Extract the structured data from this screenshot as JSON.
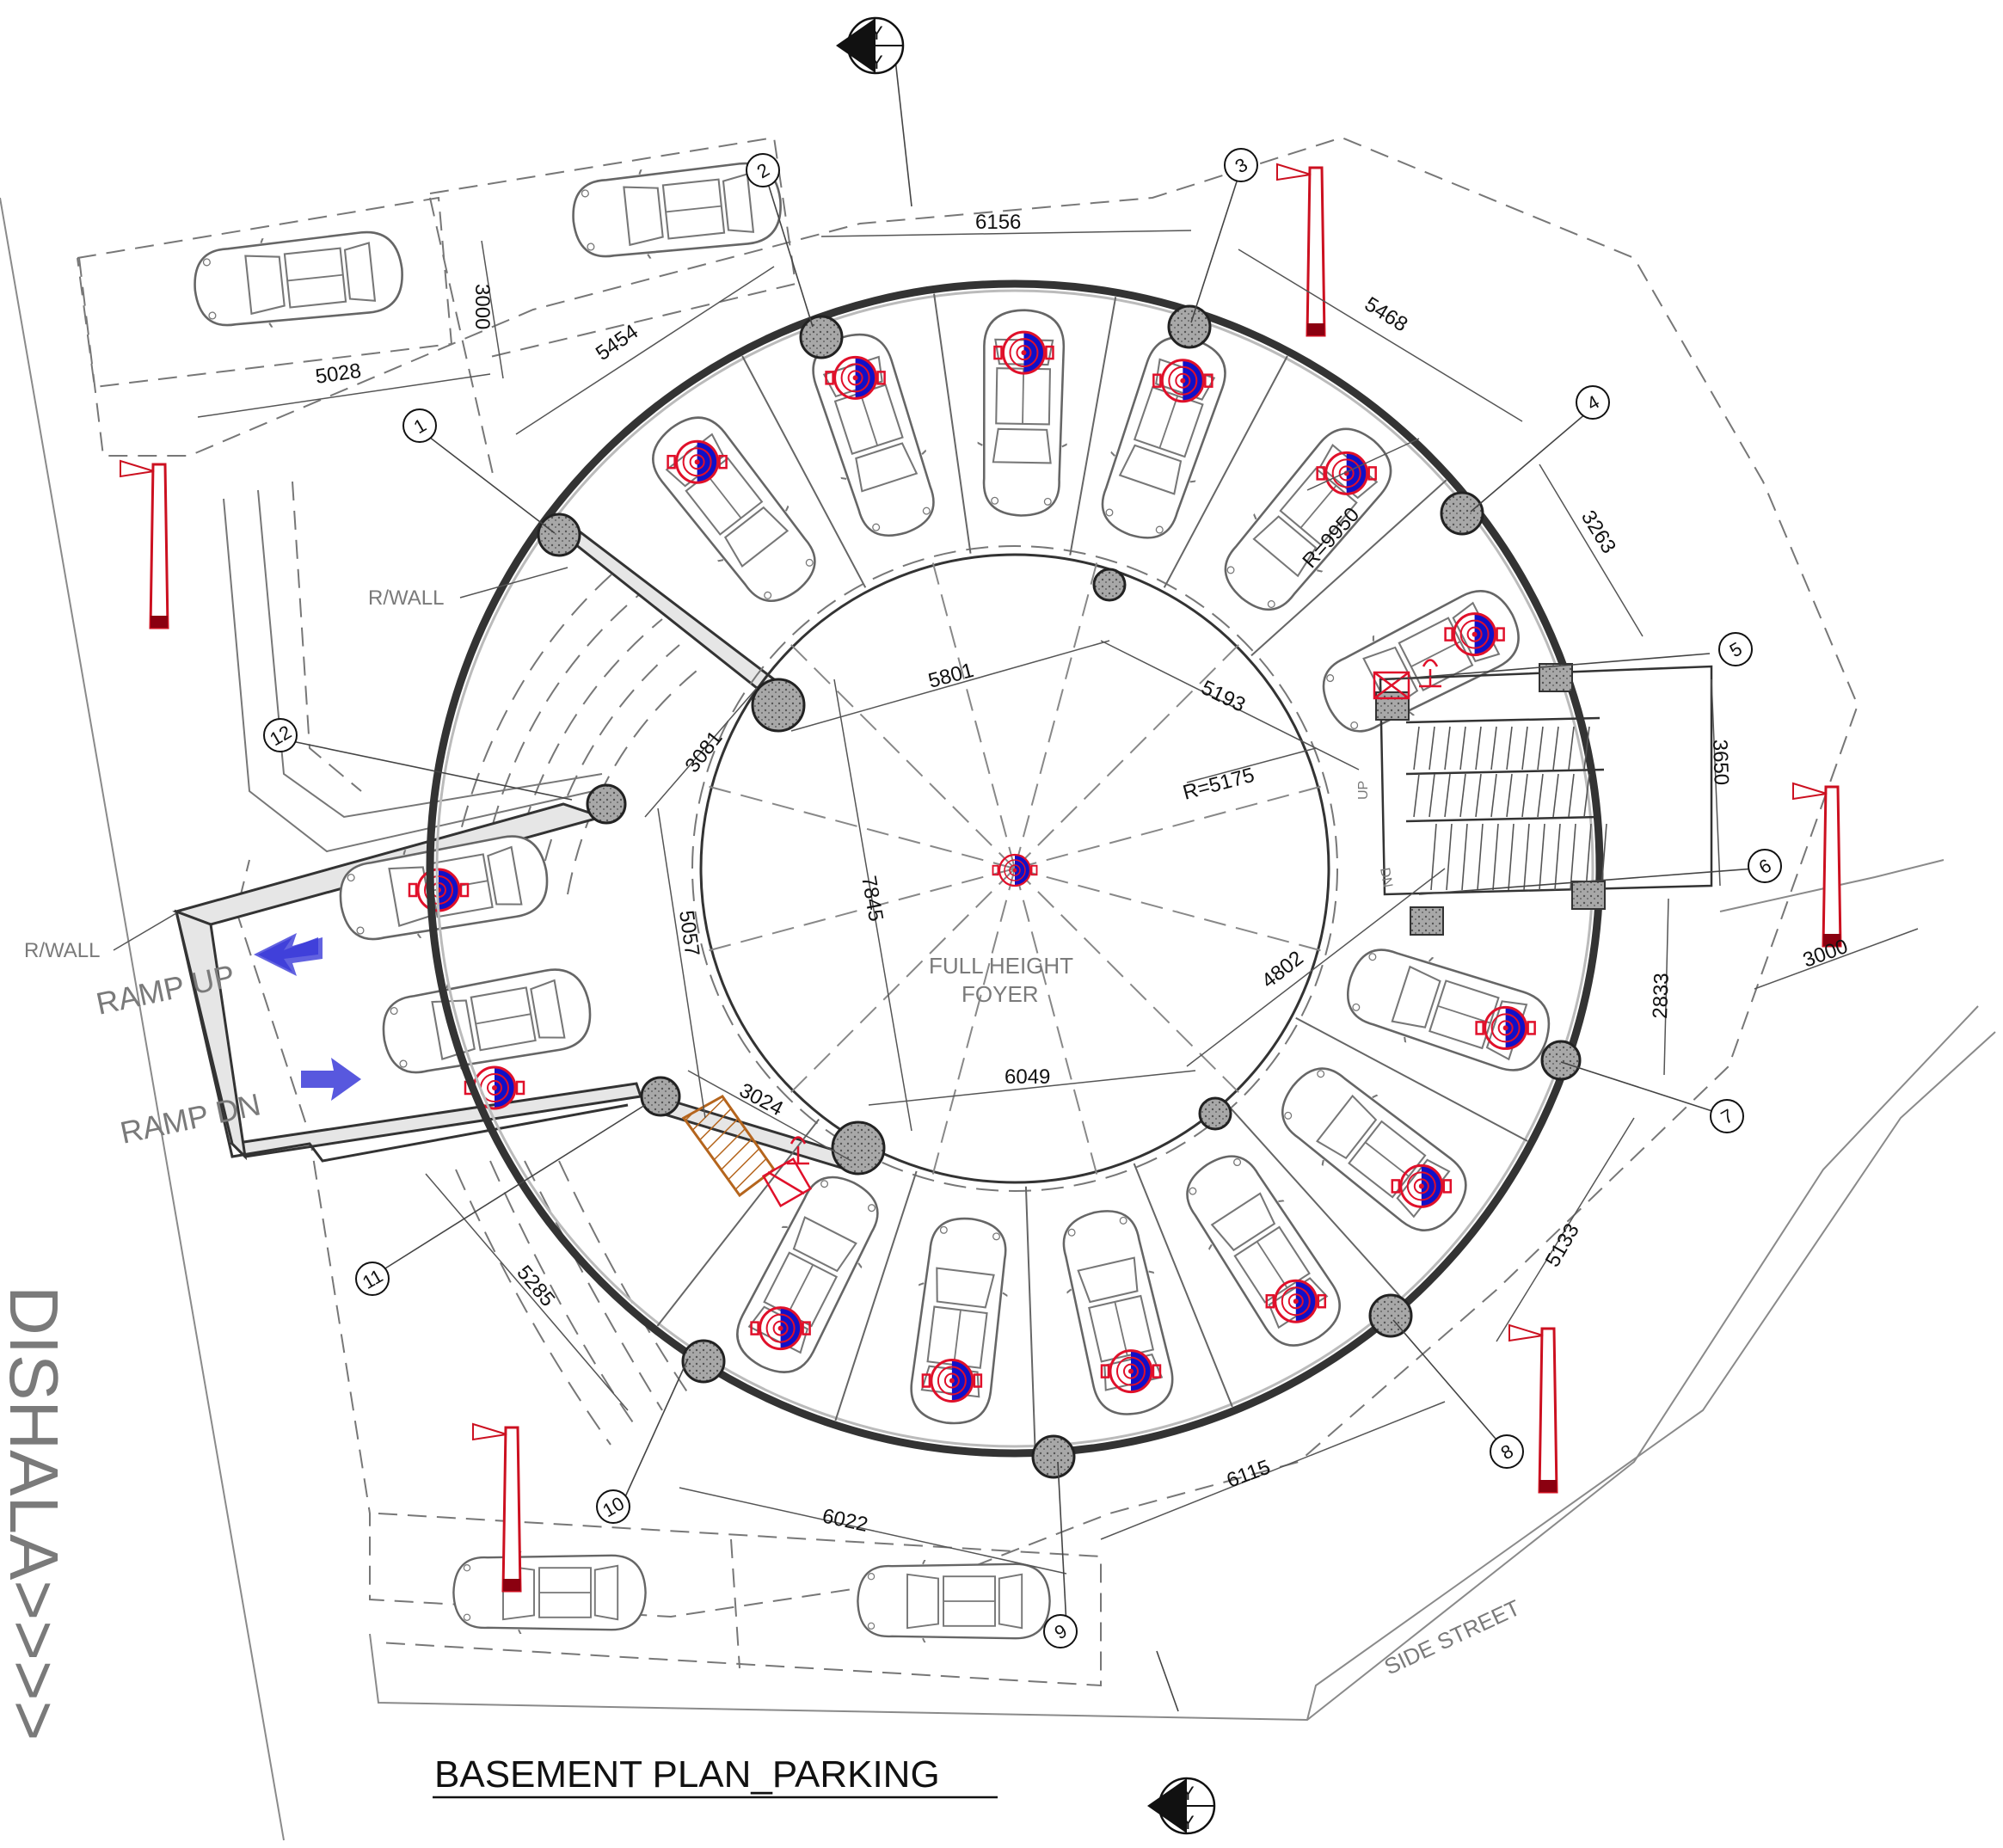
{
  "title": "BASEMENT PLAN_PARKING",
  "center_label": [
    "FULL HEIGHT",
    "FOYER"
  ],
  "dishala_label": "DISHALA>>>>",
  "side_street_label": "SIDE STREET",
  "ramp_up_label": "RAMP UP",
  "ramp_dn_label": "RAMP DN",
  "rwall_label_1": "R/WALL",
  "rwall_label_2": "R/WALL",
  "stair_up_label": "UP",
  "stair_dn_label": "DN",
  "section_marker_top": [
    "Y",
    "Y"
  ],
  "section_marker_bottom": [
    "Y",
    "Y"
  ],
  "radius_outer": "R=9950",
  "radius_inner": "R=5175",
  "grid_markers": [
    "1",
    "2",
    "3",
    "4",
    "5",
    "6",
    "7",
    "8",
    "9",
    "10",
    "11",
    "12"
  ],
  "dimensions": {
    "d6156": "6156",
    "d5454": "5454",
    "d3000a": "3000",
    "d5028": "5028",
    "d5468": "5468",
    "d3263": "3263",
    "d3650": "3650",
    "d3000b": "3000",
    "d2833": "2833",
    "d5133": "5133",
    "d6115": "6115",
    "d6022": "6022",
    "d5285": "5285",
    "d3024": "3024",
    "d6049": "6049",
    "d5057": "5057",
    "d7845": "7845",
    "d3081": "3081",
    "d5801": "5801",
    "d5193": "5193",
    "d4802": "4802"
  },
  "colors": {
    "line": "#555555",
    "wall": "#333333",
    "column_fill": "#9a9a9a",
    "marker_red": "#e0102a",
    "marker_blue": "#1010c8",
    "pole_red": "#cc1020",
    "pole_base": "#8b0010",
    "arrow_blue": "#3b3bd8",
    "hatch_brown": "#b5651d",
    "label_grey": "#7a7a7a"
  },
  "icons": {
    "column": "round-column-icon",
    "car": "car-topview-icon",
    "target": "parking-target-icon",
    "pole": "street-pole-icon",
    "arrow": "ramp-arrow-icon",
    "section": "section-marker-icon",
    "extinguisher": "fire-extinguisher-icon"
  }
}
